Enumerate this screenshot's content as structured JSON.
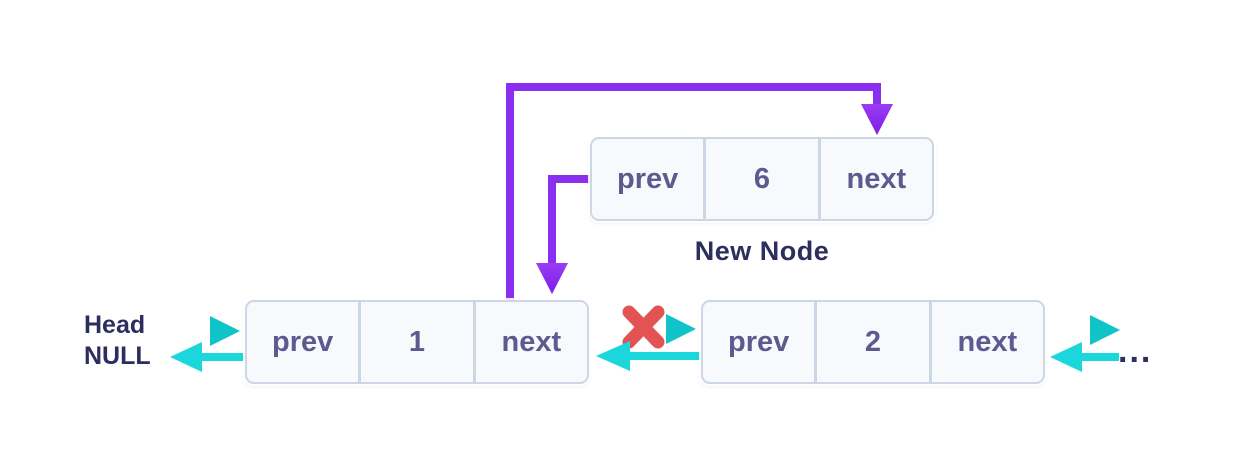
{
  "diagram": {
    "description": "Doubly linked list insertion diagram",
    "head_label": "Head",
    "null_label": "NULL",
    "new_node_label": "New Node",
    "ellipsis": "...",
    "nodes": [
      {
        "id": "new-node",
        "value": "6",
        "cells": [
          "prev",
          "6",
          "next"
        ]
      },
      {
        "id": "node-1",
        "value": "1",
        "cells": [
          "prev",
          "1",
          "next"
        ]
      },
      {
        "id": "node-2",
        "value": "2",
        "cells": [
          "prev",
          "2",
          "next"
        ]
      }
    ],
    "colors": {
      "teal_arrow_start": "#12aed6",
      "teal_arrow_end": "#1be0d2",
      "teal_arrow_left": "#1bd7dc",
      "purple_arrow": "#8a2ef0",
      "broken_x": "#e25454",
      "navy_text": "#2b2e5e",
      "cell_text": "#5c5a8e",
      "node_bg": "#f7f9fd",
      "node_border": "#ccd6e4"
    }
  }
}
